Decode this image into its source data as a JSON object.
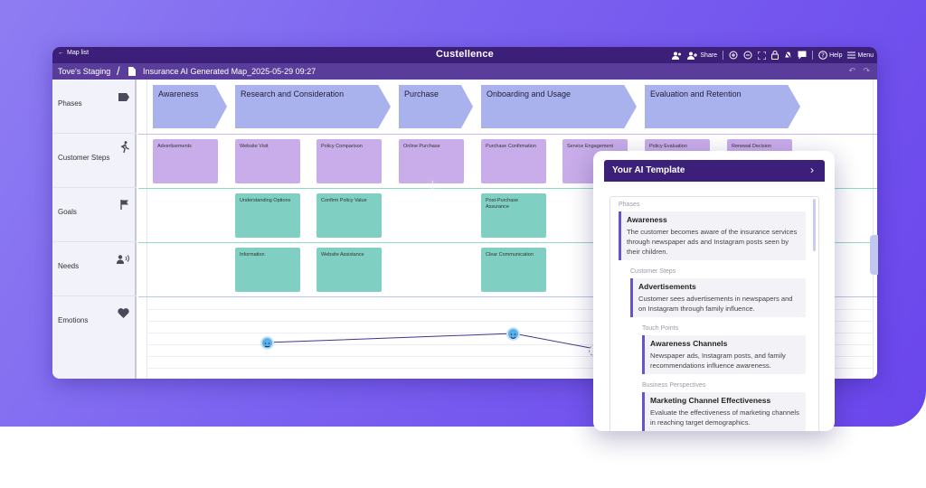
{
  "topbar": {
    "back_label": "Map list",
    "brand": "Custellence",
    "share_label": "Share",
    "help_label": "Help",
    "menu_label": "Menu"
  },
  "subbar": {
    "workspace": "Tove's Staging",
    "map_name": "Insurance AI Generated Map_2025-05-29 09:27"
  },
  "rows": [
    {
      "label": "Phases",
      "icon": "tag-icon"
    },
    {
      "label": "Customer Steps",
      "icon": "walking-person-icon"
    },
    {
      "label": "Goals",
      "icon": "flag-icon"
    },
    {
      "label": "Needs",
      "icon": "person-speaking-icon"
    },
    {
      "label": "Emotions",
      "icon": "heart-icon"
    }
  ],
  "phases": [
    "Awareness",
    "Research and Consideration",
    "Purchase",
    "Onboarding and Usage",
    "Evaluation and Retention"
  ],
  "customer_steps": [
    "Advertisements",
    "Website Visit",
    "Policy Comparison",
    "Online Purchase",
    "Purchase Confirmation",
    "Service Engagement",
    "Policy Evaluation",
    "Renewal Decision"
  ],
  "goals": [
    "Understanding Options",
    "Confirm Policy Value",
    "Post-Purchase Assurance"
  ],
  "needs": [
    "Information",
    "Website Assistance",
    "Clear Communication"
  ],
  "colors": {
    "topbar": "#3b1f78",
    "subbar": "#5a3d9a",
    "phase": "#a9b2ec",
    "step_card": "#c9adea",
    "goal_card": "#7fcfc3",
    "emotion_face": "#5ab0e6",
    "accent": "#6a52c8"
  },
  "panel": {
    "title": "Your AI Template",
    "sections": {
      "phases": "Phases",
      "customer_steps": "Customer Steps",
      "touch_points": "Touch Points",
      "business_perspectives": "Business Perspectives"
    },
    "items": [
      {
        "title": "Awareness",
        "desc_lines": [
          "The customer becomes aware of the insurance services",
          "through newspaper ads and Instagram posts seen by",
          "their children."
        ]
      },
      {
        "title": "Advertisements",
        "desc_lines": [
          "Customer sees advertisements in newspapers and",
          "on Instagram through family influence."
        ]
      },
      {
        "title": "Awareness Channels",
        "desc_lines": [
          "Newspaper ads, Instagram posts, and family",
          "recommendations influence awareness."
        ]
      },
      {
        "title": "Marketing Channel Effectiveness",
        "desc_lines": [
          "Evaluate the effectiveness of marketing channels",
          "in reaching target demographics."
        ]
      }
    ]
  }
}
